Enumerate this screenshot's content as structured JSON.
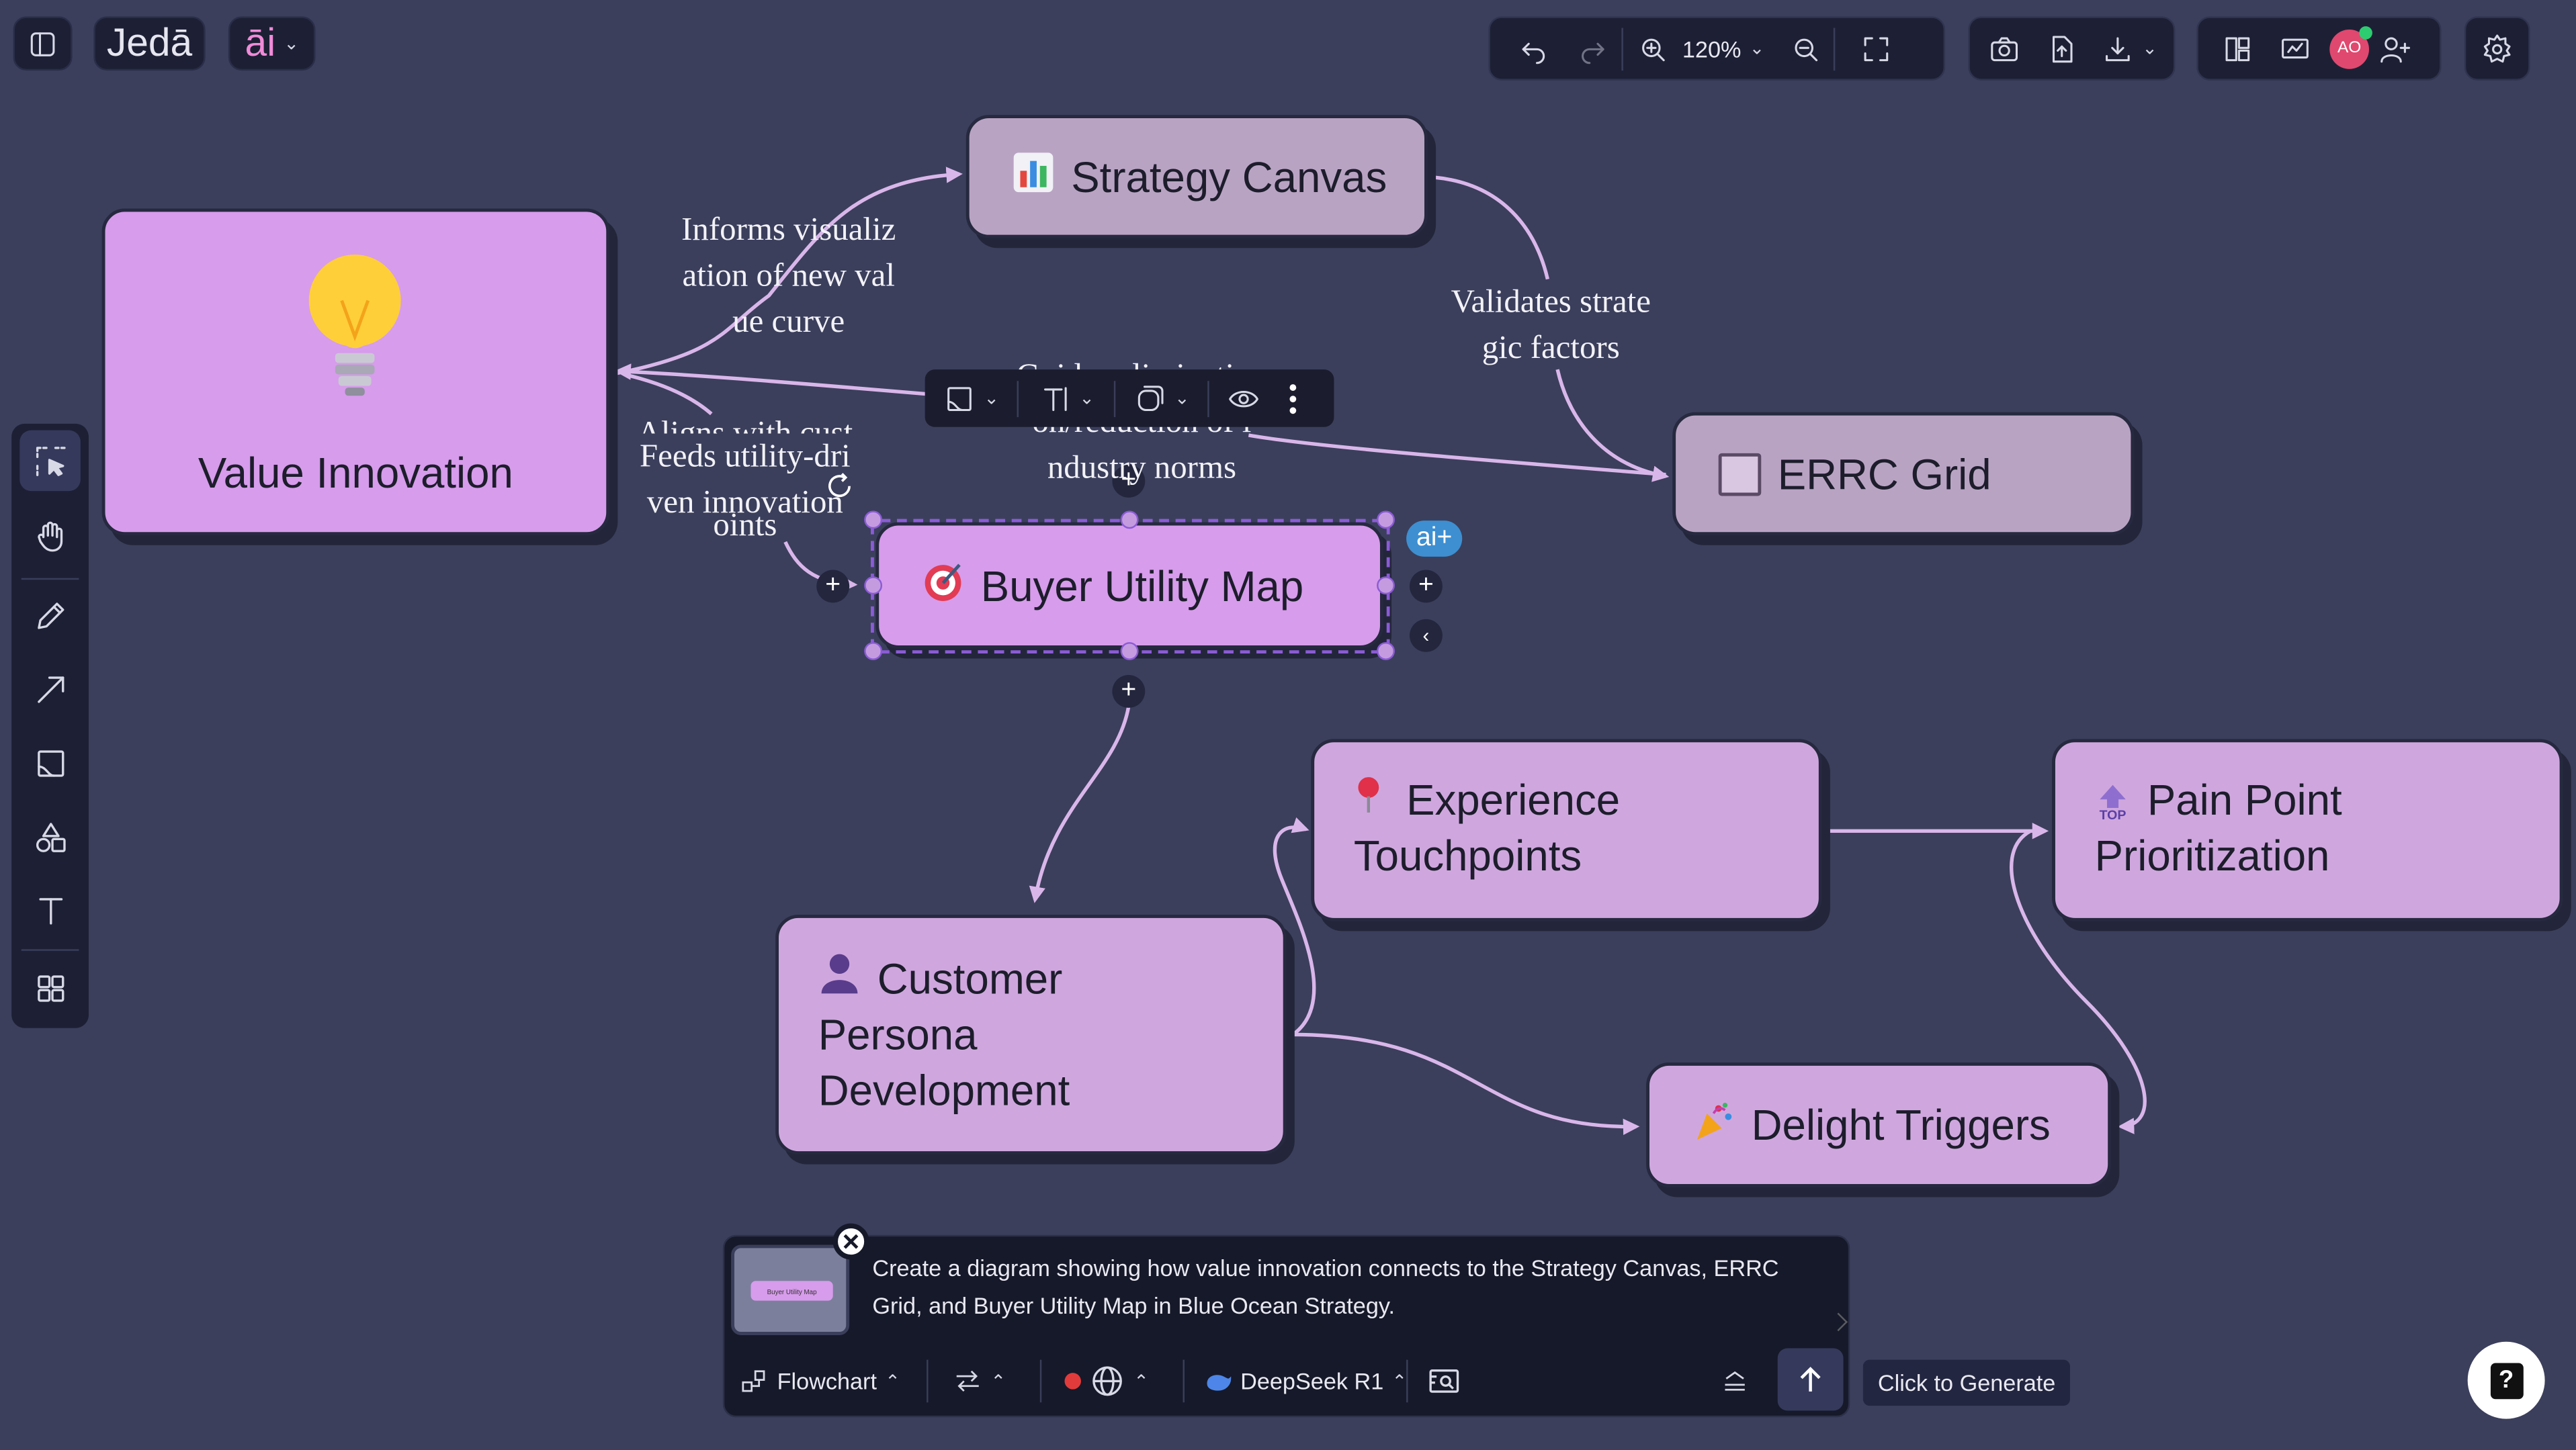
{
  "app": {
    "logo_text": "Jedā",
    "ai_label": "āi"
  },
  "toolbar": {
    "zoom_level": "120%"
  },
  "user": {
    "initials": "AO"
  },
  "nodes": {
    "value_innovation": "Value Innovation",
    "strategy_canvas": "Strategy Canvas",
    "errc_grid": "ERRC Grid",
    "buyer_utility_map": "Buyer Utility Map",
    "experience_touchpoints_1": "Experience",
    "experience_touchpoints_2": "Touchpoints",
    "pain_point_1": "Pain Point",
    "pain_point_2": "Prioritization",
    "customer_persona_1": "Customer",
    "customer_persona_2": "Persona",
    "customer_persona_3": "Development",
    "delight_triggers": "Delight Triggers"
  },
  "edges": {
    "informs_1": "Informs visualiz",
    "informs_2": "ation of new val",
    "informs_3": "ue curve",
    "validates_1": "Validates strate",
    "validates_2": "gic factors",
    "aligns": "Aligns with cust",
    "feeds_1": "Feeds utility-dri",
    "feeds_2": "ven innovation",
    "feeds_3": "oints",
    "guides_1": "Guides elimination",
    "guides_2": "on/reduction of i",
    "guides_3": "ndustry norms"
  },
  "selection": {
    "ai_badge": "ai+"
  },
  "prompt": {
    "thumbnail_label": "Buyer Utility Map",
    "text": "Create a diagram showing how value innovation connects to the Strategy Canvas, ERRC Grid, and Buyer Utility Map in Blue Ocean Strategy.",
    "diagram_type": "Flowchart",
    "model": "DeepSeek R1",
    "generate_tooltip": "Click to Generate"
  },
  "help": {
    "label": "?"
  },
  "colors": {
    "canvas_bg": "#3b3f5c",
    "node_fill": "#cfa7de",
    "node_highlight": "#d79ceb",
    "node_muted": "#b9a3c3",
    "edge": "#d9b6ea",
    "selection": "#8b5bd6",
    "accent_blue": "#3d8fd1",
    "record_red": "#e23b3b"
  }
}
